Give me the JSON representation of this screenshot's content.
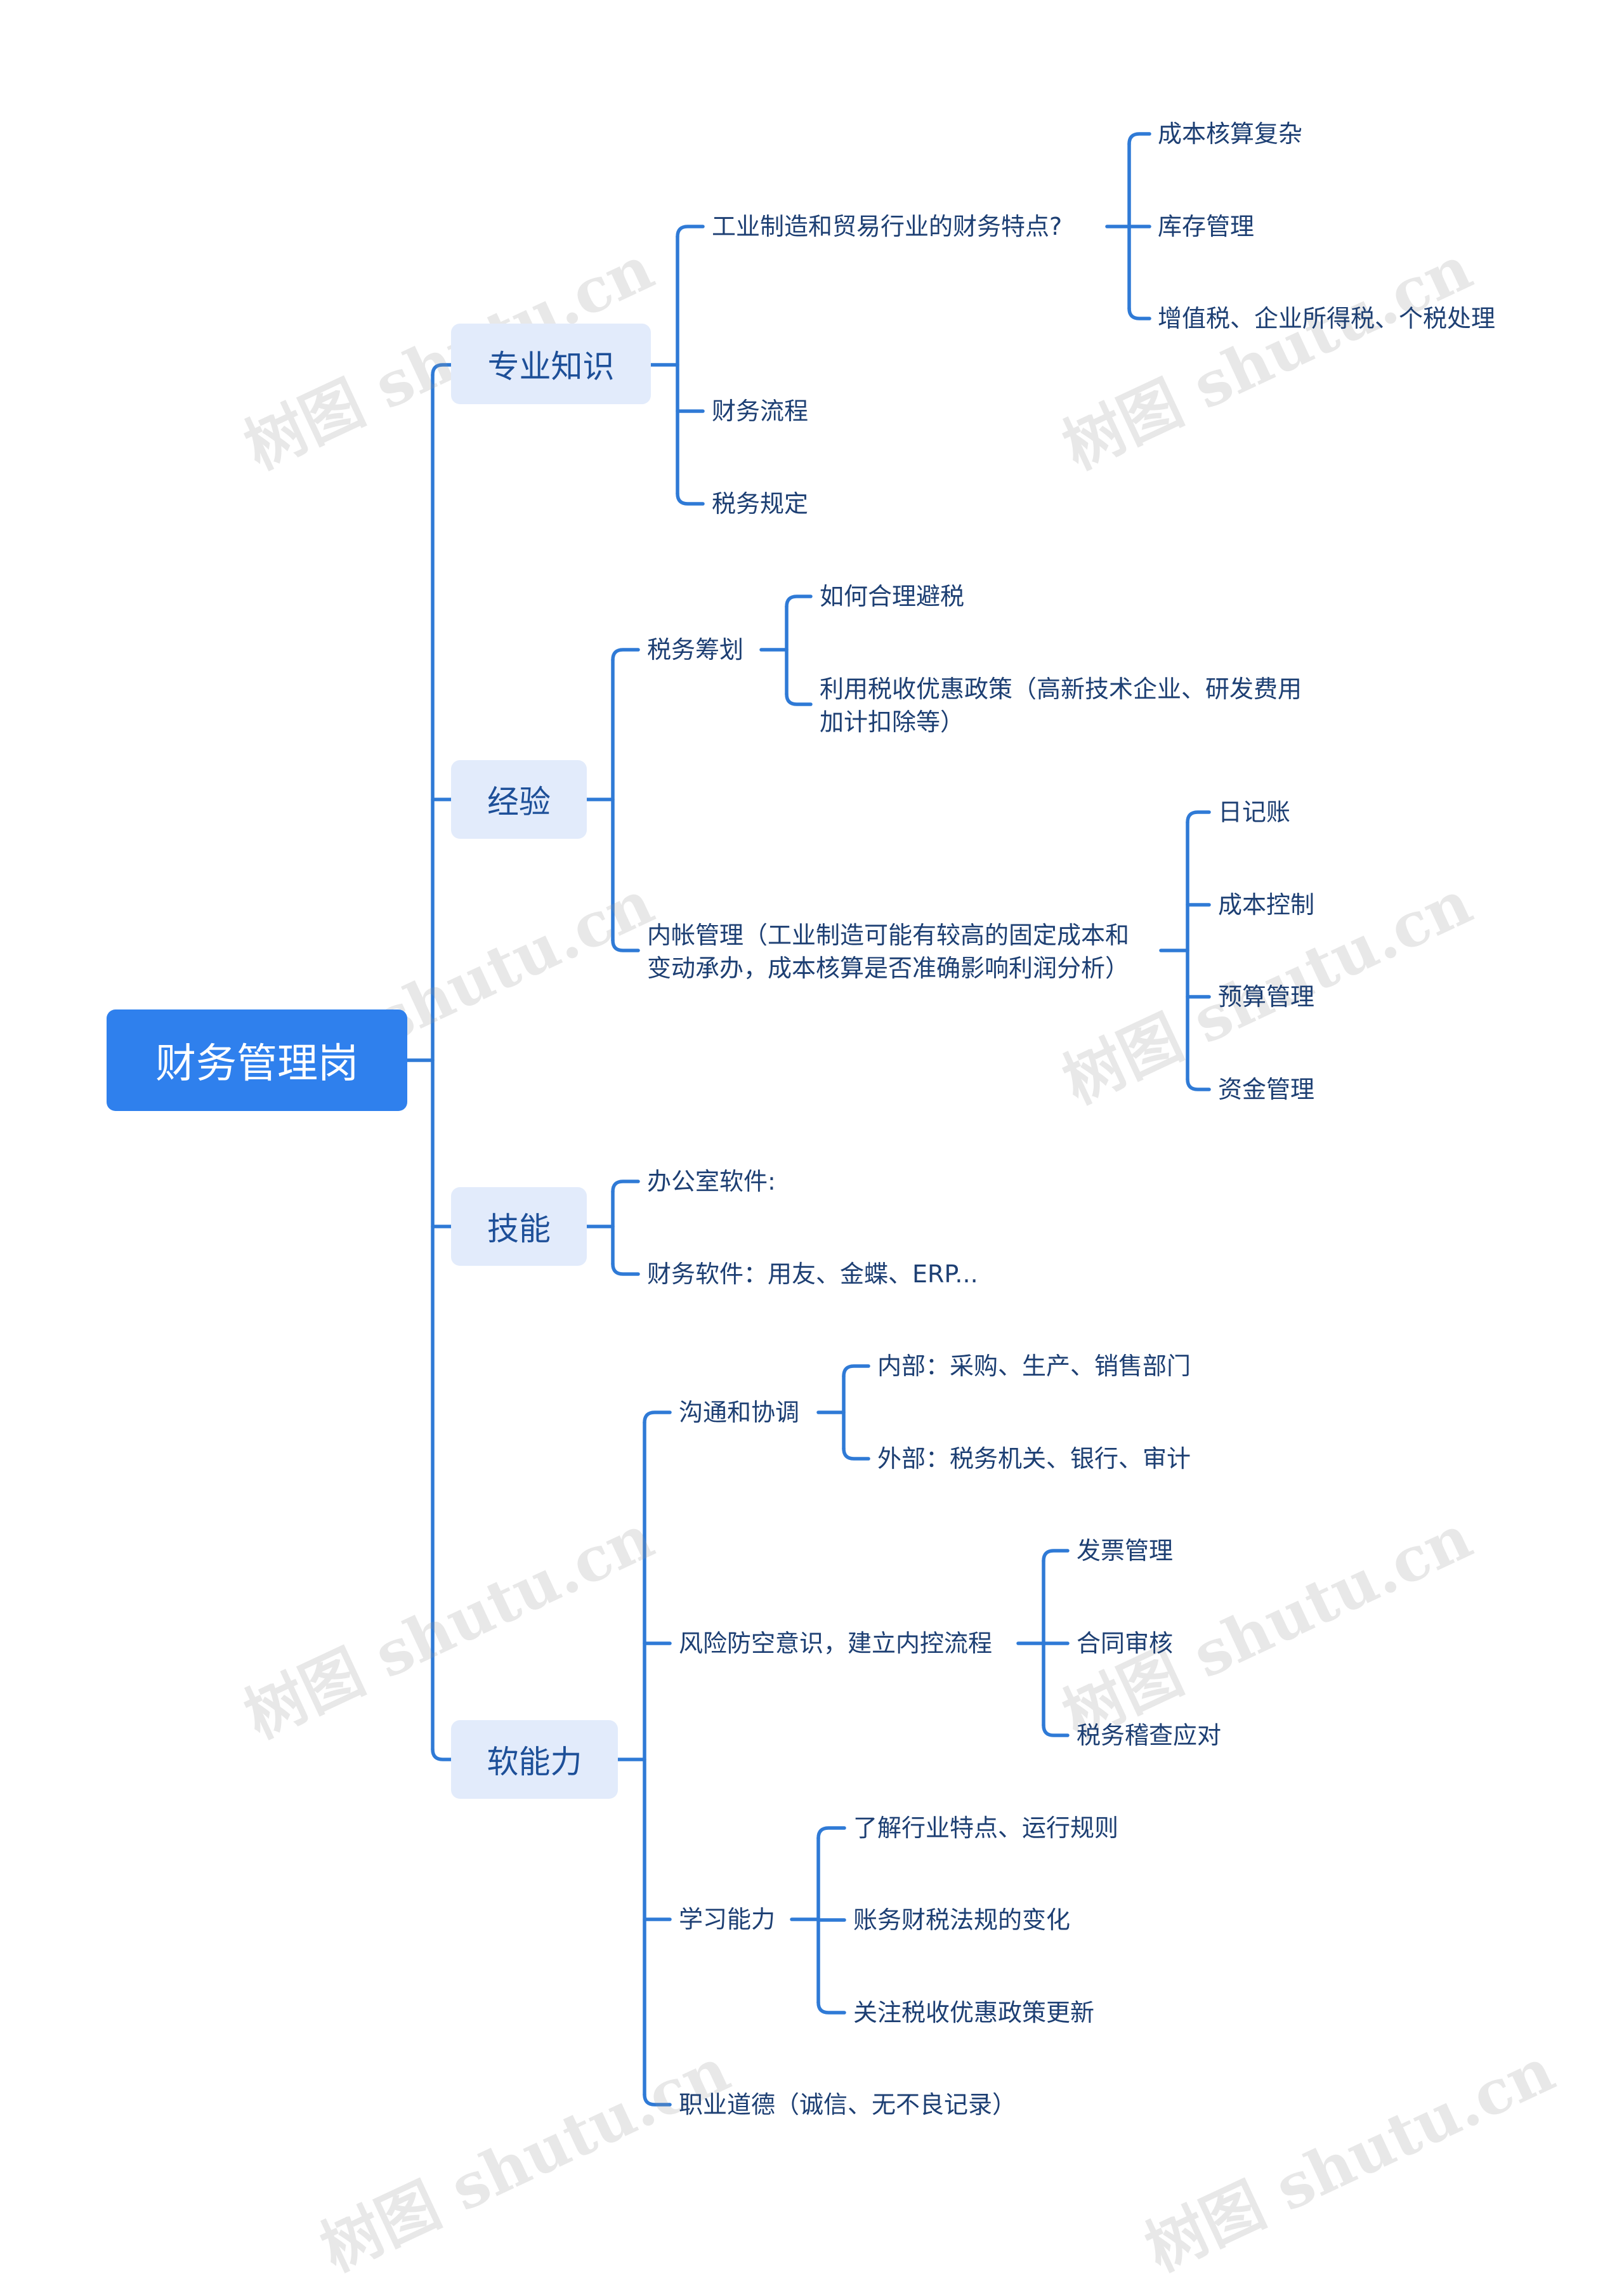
{
  "watermark": "树图 shutu.cn",
  "colors": {
    "connector": "#2f7ad6",
    "root_bg": "#2f80ed",
    "branch_bg": "#e2ebfb",
    "text": "#1d3f73"
  },
  "mindmap": {
    "root": "财务管理岗",
    "branches": [
      {
        "label": "专业知识",
        "children": [
          {
            "label": "工业制造和贸易行业的财务特点?",
            "children": [
              {
                "label": "成本核算复杂"
              },
              {
                "label": "库存管理"
              },
              {
                "label": "增值税、企业所得税、个税处理"
              }
            ]
          },
          {
            "label": "财务流程"
          },
          {
            "label": "税务规定"
          }
        ]
      },
      {
        "label": "经验",
        "children": [
          {
            "label": "税务筹划",
            "children": [
              {
                "label": "如何合理避税"
              },
              {
                "lines": [
                  "利用税收优惠政策（高新技术企业、研发费用",
                  "加计扣除等）"
                ]
              }
            ]
          },
          {
            "lines": [
              "内帐管理（工业制造可能有较高的固定成本和",
              "变动承办，成本核算是否准确影响利润分析）"
            ],
            "children": [
              {
                "label": "日记账"
              },
              {
                "label": "成本控制"
              },
              {
                "label": "预算管理"
              },
              {
                "label": "资金管理"
              }
            ]
          }
        ]
      },
      {
        "label": "技能",
        "children": [
          {
            "label": "办公室软件:"
          },
          {
            "label": "财务软件：用友、金蝶、ERP..."
          }
        ]
      },
      {
        "label": "软能力",
        "children": [
          {
            "label": "沟通和协调",
            "children": [
              {
                "label": "内部：采购、生产、销售部门"
              },
              {
                "label": "外部：税务机关、银行、审计"
              }
            ]
          },
          {
            "label": "风险防空意识，建立内控流程",
            "children": [
              {
                "label": "发票管理"
              },
              {
                "label": "合同审核"
              },
              {
                "label": "税务稽查应对"
              }
            ]
          },
          {
            "label": "学习能力",
            "children": [
              {
                "label": "了解行业特点、运行规则"
              },
              {
                "label": "账务财税法规的变化"
              },
              {
                "label": "关注税收优惠政策更新"
              }
            ]
          },
          {
            "label": "职业道德（诚信、无不良记录）"
          }
        ]
      }
    ]
  }
}
